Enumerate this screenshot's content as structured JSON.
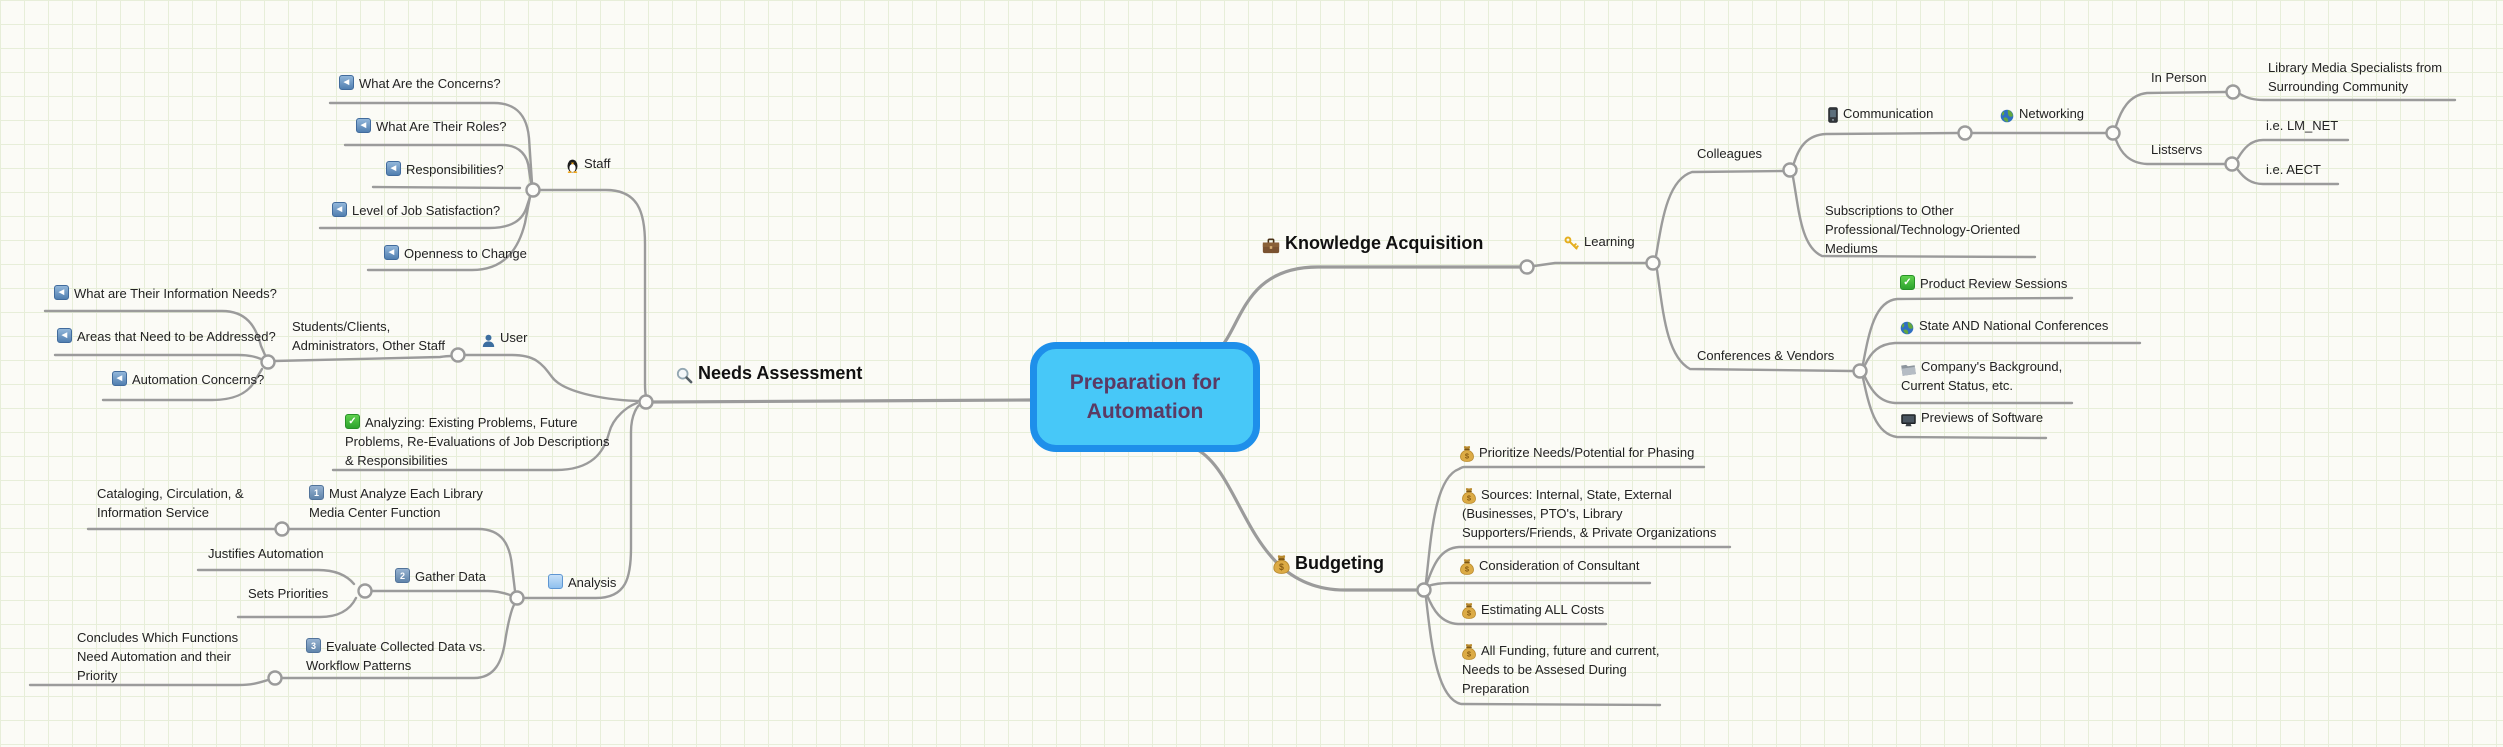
{
  "root": {
    "label": "Preparation for\nAutomation"
  },
  "colors": {
    "canvas_bg": "#fbfbf6",
    "grid_line": "#e7eed9",
    "connector": "#9b9b9b",
    "root_fill": "#47c8f8",
    "root_border": "#1e8fea",
    "root_text": "#5b3a63",
    "node_text": "#222222"
  },
  "needs": {
    "label": "Needs Assessment",
    "icon": "magnifier-icon",
    "staff": {
      "label": "Staff",
      "icon": "penguin-icon",
      "children": [
        {
          "label": "What Are the Concerns?",
          "icon": "left-arrow-icon"
        },
        {
          "label": "What Are Their Roles?",
          "icon": "left-arrow-icon"
        },
        {
          "label": "Responsibilities?",
          "icon": "left-arrow-icon"
        },
        {
          "label": "Level of Job Satisfaction?",
          "icon": "left-arrow-icon"
        },
        {
          "label": "Openness to Change",
          "icon": "left-arrow-icon"
        }
      ]
    },
    "user": {
      "label": "User",
      "icon": "user-icon",
      "note": {
        "label": "Students/Clients,\nAdministrators, Other Staff"
      },
      "children": [
        {
          "label": "What are Their Information Needs?",
          "icon": "left-arrow-icon"
        },
        {
          "label": "Areas that Need to be Addressed?",
          "icon": "left-arrow-icon"
        },
        {
          "label": "Automation Concerns?",
          "icon": "left-arrow-icon"
        }
      ]
    },
    "analyzing": {
      "label": "Analyzing: Existing Problems, Future\nProblems, Re-Evaluations of Job Descriptions\n& Responsibilities",
      "icon": "check-icon"
    },
    "analysis": {
      "label": "Analysis",
      "icon": "blue-square-icon",
      "must_analyze": {
        "label": "Must Analyze Each Library\nMedia Center Function",
        "icon": "number-1-icon",
        "child": {
          "label": "Cataloging, Circulation, &\nInformation Service"
        }
      },
      "gather": {
        "label": "Gather Data",
        "icon": "number-2-icon",
        "children": [
          {
            "label": "Justifies Automation"
          },
          {
            "label": "Sets Priorities"
          }
        ]
      },
      "evaluate": {
        "label": "Evaluate Collected Data vs.\nWorkflow Patterns",
        "icon": "number-3-icon",
        "child": {
          "label": "Concludes Which Functions\nNeed Automation and their\nPriority"
        }
      }
    }
  },
  "knowledge": {
    "label": "Knowledge Acquisition",
    "icon": "briefcase-icon",
    "learning": {
      "label": "Learning",
      "icon": "key-icon",
      "colleagues": {
        "label": "Colleagues",
        "communication": {
          "label": "Communication",
          "icon": "mobile-phone-icon",
          "networking": {
            "label": "Networking",
            "icon": "globe-icon",
            "in_person": {
              "label": "In Person",
              "child": {
                "label": "Library Media Specialists from\nSurrounding Community"
              }
            },
            "listservs": {
              "label": "Listservs",
              "children": [
                {
                  "label": "i.e. LM_NET"
                },
                {
                  "label": "i.e. AECT"
                }
              ]
            }
          }
        },
        "subscriptions": {
          "label": "Subscriptions to Other\nProfessional/Technology-Oriented\nMediums"
        }
      },
      "conferences": {
        "label": "Conferences & Vendors",
        "children": [
          {
            "label": "Product Review Sessions",
            "icon": "check-icon"
          },
          {
            "label": "State AND National Conferences",
            "icon": "globe-icon"
          },
          {
            "label": "Company's Background,\nCurrent Status, etc.",
            "icon": "folder-icon"
          },
          {
            "label": "Previews of Software",
            "icon": "monitor-icon"
          }
        ]
      }
    }
  },
  "budgeting": {
    "label": "Budgeting",
    "icon": "money-bag-icon",
    "children": [
      {
        "label": "Prioritize Needs/Potential for Phasing",
        "icon": "money-bag-icon"
      },
      {
        "label": "Sources: Internal, State, External\n(Businesses, PTO's, Library\nSupporters/Friends, & Private Organizations",
        "icon": "money-bag-icon"
      },
      {
        "label": "Consideration of Consultant",
        "icon": "money-bag-icon"
      },
      {
        "label": "Estimating ALL Costs",
        "icon": "money-bag-icon"
      },
      {
        "label": "All Funding, future and current,\nNeeds to be Assesed During\nPreparation",
        "icon": "money-bag-icon"
      }
    ]
  }
}
